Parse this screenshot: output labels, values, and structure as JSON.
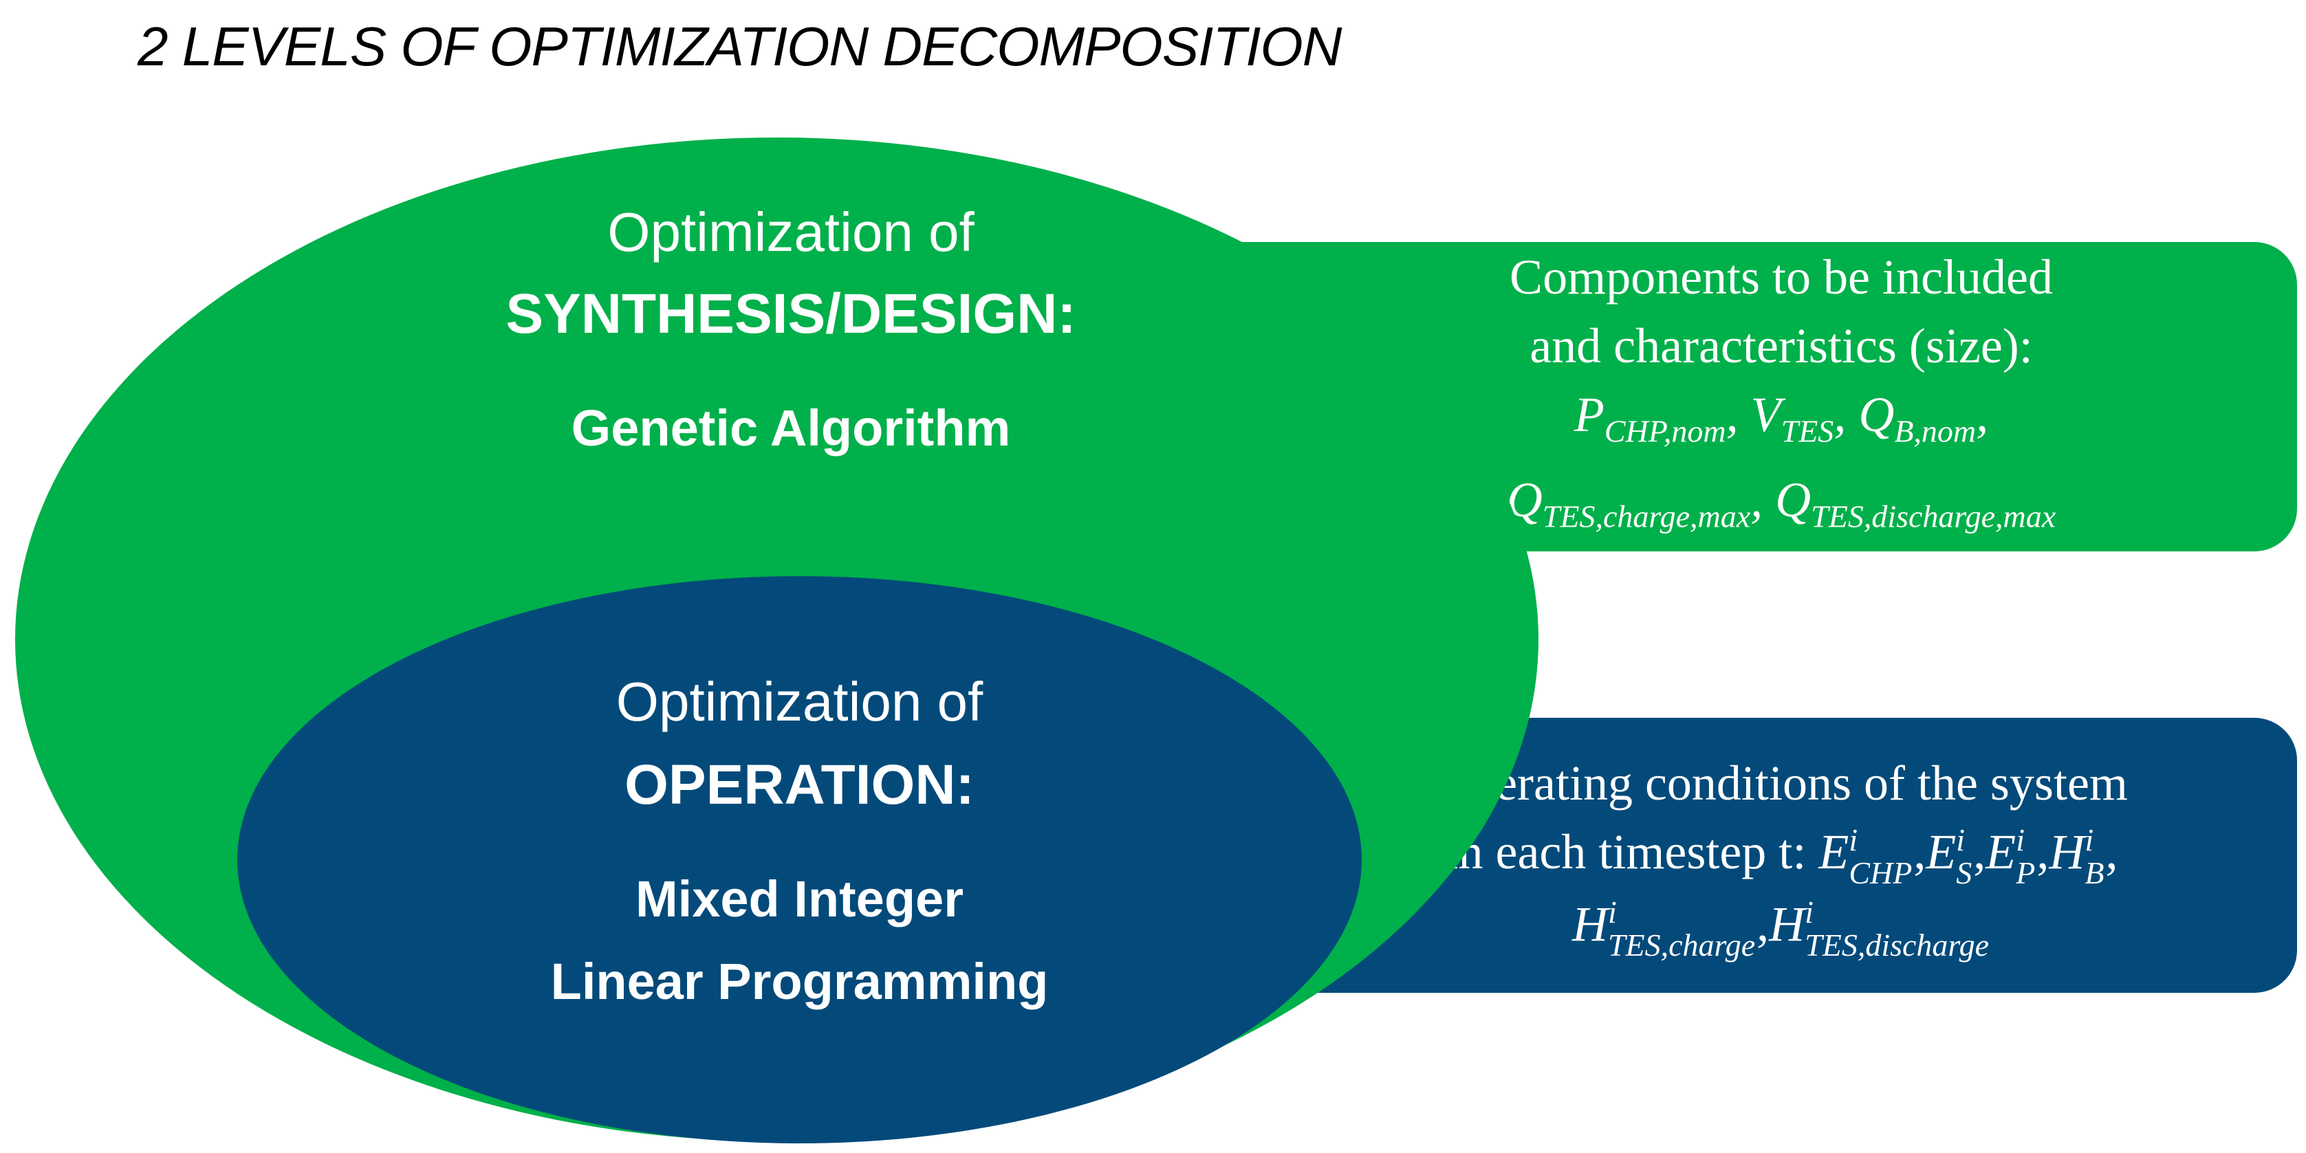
{
  "title": "2 LEVELS OF OPTIMIZATION DECOMPOSITION",
  "outer": {
    "line1": "Optimization of",
    "line2": "SYNTHESIS/DESIGN:",
    "line3": "Genetic Algorithm",
    "color": "#00b04a"
  },
  "inner": {
    "line1": "Optimization of",
    "line2": "OPERATION:",
    "line3": "Mixed Integer",
    "line4": "Linear Programming",
    "color": "#034a7a"
  },
  "design_box": {
    "line1": "Components to be included",
    "line2": "and characteristics (size):",
    "vars": [
      {
        "base": "P",
        "sub": "CHP,nom"
      },
      {
        "base": "V",
        "sub": "TES"
      },
      {
        "base": "Q",
        "sub": "B,nom"
      },
      {
        "base": "Q",
        "sub": "TES,charge,max"
      },
      {
        "base": "Q",
        "sub": "TES,discharge,max"
      }
    ]
  },
  "operation_box": {
    "line1": "Operating conditions of the system",
    "line2_prefix": "in each timestep t:",
    "sup": "i",
    "vars": [
      {
        "base": "E",
        "sub": "CHP"
      },
      {
        "base": "E",
        "sub": "S"
      },
      {
        "base": "E",
        "sub": "P"
      },
      {
        "base": "H",
        "sub": "B"
      },
      {
        "base": "H",
        "sub": "TES,charge"
      },
      {
        "base": "H",
        "sub": "TES,discharge"
      }
    ]
  }
}
